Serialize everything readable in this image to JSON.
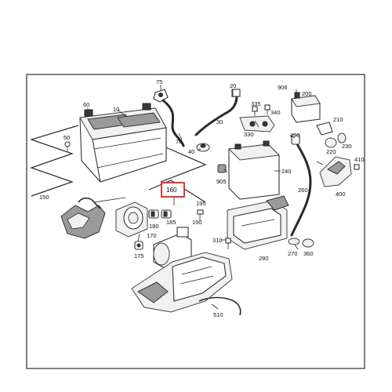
{
  "diagram": {
    "highlighted_part": "160",
    "part_numbers": {
      "p75": "75",
      "p20": "20",
      "p906": "906",
      "p200": "200",
      "p60": "60",
      "p10": "10",
      "p335": "335",
      "p340": "340",
      "p30": "30",
      "p330": "330",
      "p210": "210",
      "p50": "50",
      "p70": "70",
      "p40": "40",
      "p250": "250",
      "p220": "220",
      "p230": "230",
      "p410": "410",
      "p400": "400",
      "p240": "240",
      "p905": "905",
      "p260": "260",
      "p160": "160",
      "p150": "150",
      "p195": "195",
      "p190": "190",
      "p180": "180",
      "p185": "185",
      "p170": "170",
      "p175": "175",
      "p310": "310",
      "p270": "270",
      "p360": "360",
      "p280": "280",
      "p510": "510"
    }
  }
}
